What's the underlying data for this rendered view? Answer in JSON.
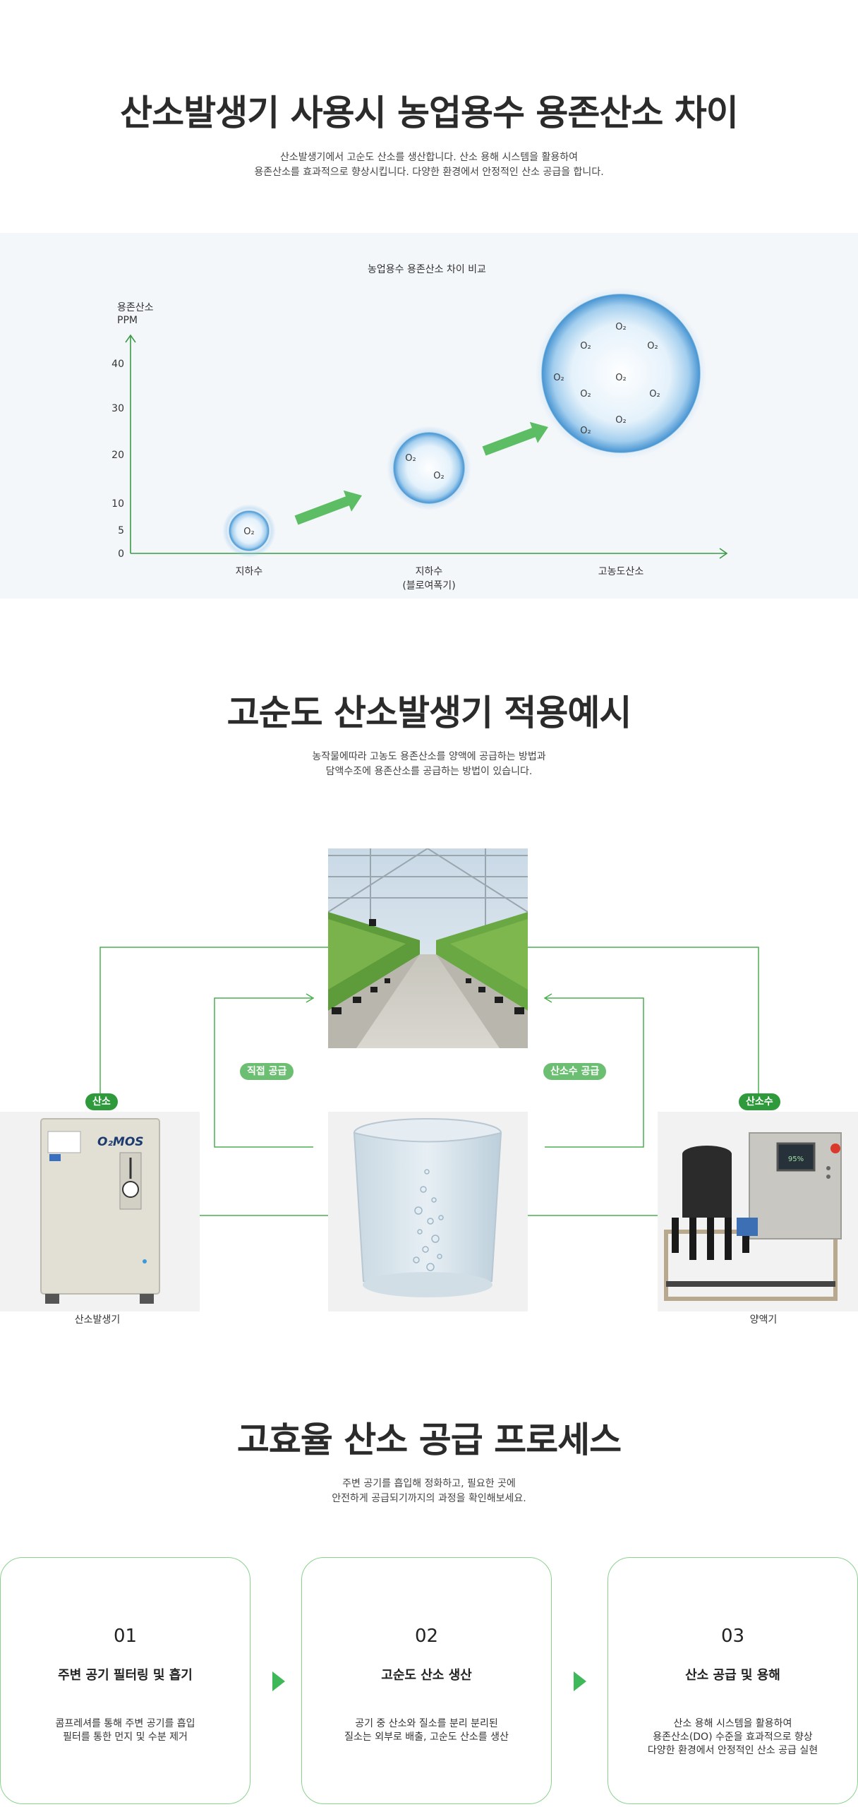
{
  "section1": {
    "title": "산소발생기 사용시 농업용수 용존산소 차이",
    "desc_line1": "산소발생기에서 고순도 산소를 생산합니다. 산소 용해 시스템을 활용하여",
    "desc_line2": "용존산소를 효과적으로 향상시킵니다. 다양한 환경에서 안정적인 산소 공급을 합니다."
  },
  "chart_data": {
    "type": "scatter",
    "title": "농업용수 용존산소 차이 비교",
    "ylabel_line1": "용존산소",
    "ylabel_line2": "PPM",
    "yticks": [
      0,
      5,
      10,
      20,
      30,
      40
    ],
    "ylim": [
      0,
      45
    ],
    "categories": [
      {
        "label": "지하수",
        "sublabel": ""
      },
      {
        "label": "지하수",
        "sublabel": "(블로여폭기)"
      },
      {
        "label": "고농도산소",
        "sublabel": ""
      }
    ],
    "values": [
      5,
      20,
      38
    ],
    "molecule_label": "O₂",
    "molecule_counts": [
      1,
      2,
      9
    ],
    "grid": false,
    "colors": {
      "axis": "#3a9a45",
      "arrow": "#5cbd64",
      "bubble": "#4f9fd6"
    }
  },
  "section2": {
    "title": "고순도 산소발생기 적용예시",
    "desc_line1": "농작물에따라 고농도 용존산소를 양액에 공급하는 방법과",
    "desc_line2": "담액수조에 용존산소를 공급하는 방법이 있습니다.",
    "pill_oxygen": "산소",
    "pill_direct": "직접 공급",
    "pill_oxywater_supply": "산소수 공급",
    "pill_oxywater": "산소수",
    "cap_generator": "산소발생기",
    "cap_nutrient": "양액기",
    "device_brand": "O₂MOS",
    "device_screen": "95%"
  },
  "section3": {
    "title": "고효율 산소 공급 프로세스",
    "desc_line1": "주변 공기를 흡입해 정화하고, 필요한 곳에",
    "desc_line2": "안전하게 공급되기까지의 과정을 확인해보세요.",
    "cards": [
      {
        "num": "01",
        "title": "주변 공기 필터링 및 흡기",
        "desc1": "콤프레셔를 통해 주변 공기를 흡입",
        "desc2": "필터를 통한 먼지 및 수분 제거",
        "desc3": ""
      },
      {
        "num": "02",
        "title": "고순도 산소 생산",
        "desc1": "공기 중 산소와 질소를 분리 분리된",
        "desc2": "질소는 외부로 배출, 고순도 산소를 생산",
        "desc3": ""
      },
      {
        "num": "03",
        "title": "산소 공급 및 용해",
        "desc1": "산소 용해 시스템을 활용하여",
        "desc2": "용존산소(DO) 수준을 효과적으로 향상",
        "desc3": "다양한 환경에서 안정적인 산소 공급 실현"
      }
    ]
  }
}
